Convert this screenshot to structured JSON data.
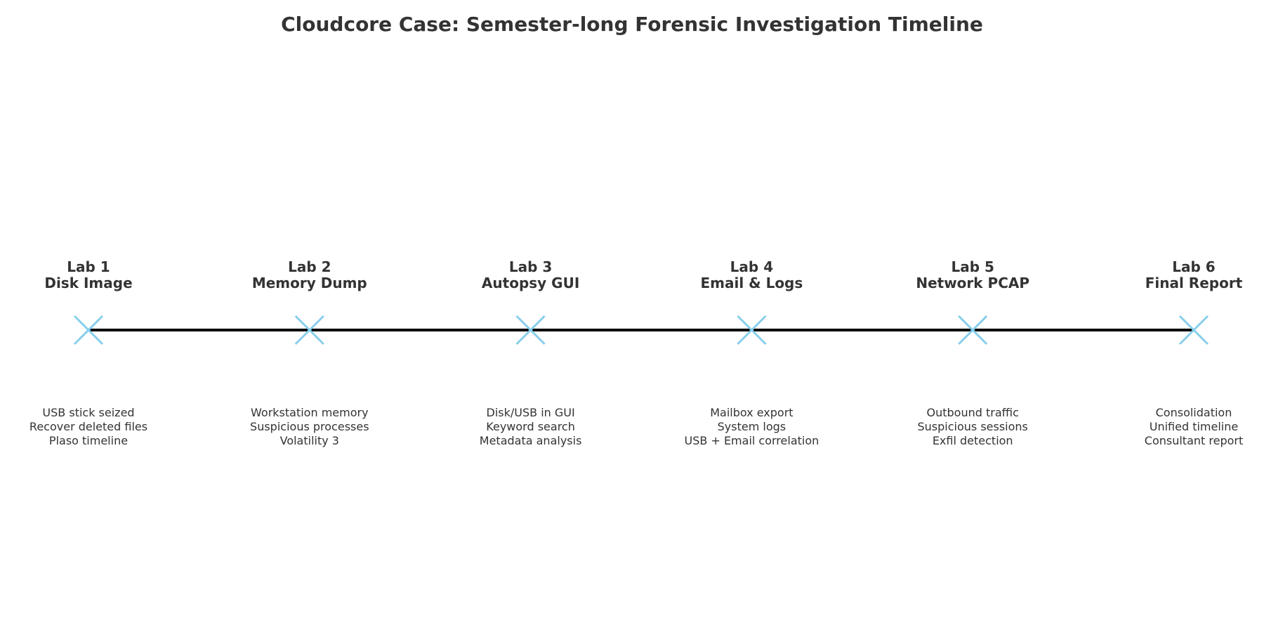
{
  "title": "Cloudcore Case: Semester-long Forensic Investigation Timeline",
  "colors": {
    "line": "#000000",
    "marker": "#87ceeb",
    "text": "#333333"
  },
  "marker_icon": "x-mark-icon",
  "labs": [
    {
      "number": "Lab 1",
      "name": "Disk Image",
      "details": [
        "USB stick seized",
        "Recover deleted files",
        "Plaso timeline"
      ]
    },
    {
      "number": "Lab 2",
      "name": "Memory Dump",
      "details": [
        "Workstation memory",
        "Suspicious processes",
        "Volatility 3"
      ]
    },
    {
      "number": "Lab 3",
      "name": "Autopsy GUI",
      "details": [
        "Disk/USB in GUI",
        "Keyword search",
        "Metadata analysis"
      ]
    },
    {
      "number": "Lab 4",
      "name": "Email & Logs",
      "details": [
        "Mailbox export",
        "System logs",
        "USB + Email correlation"
      ]
    },
    {
      "number": "Lab 5",
      "name": "Network PCAP",
      "details": [
        "Outbound traffic",
        "Suspicious sessions",
        "Exfil detection"
      ]
    },
    {
      "number": "Lab 6",
      "name": "Final Report",
      "details": [
        "Consolidation",
        "Unified timeline",
        "Consultant report"
      ]
    }
  ]
}
